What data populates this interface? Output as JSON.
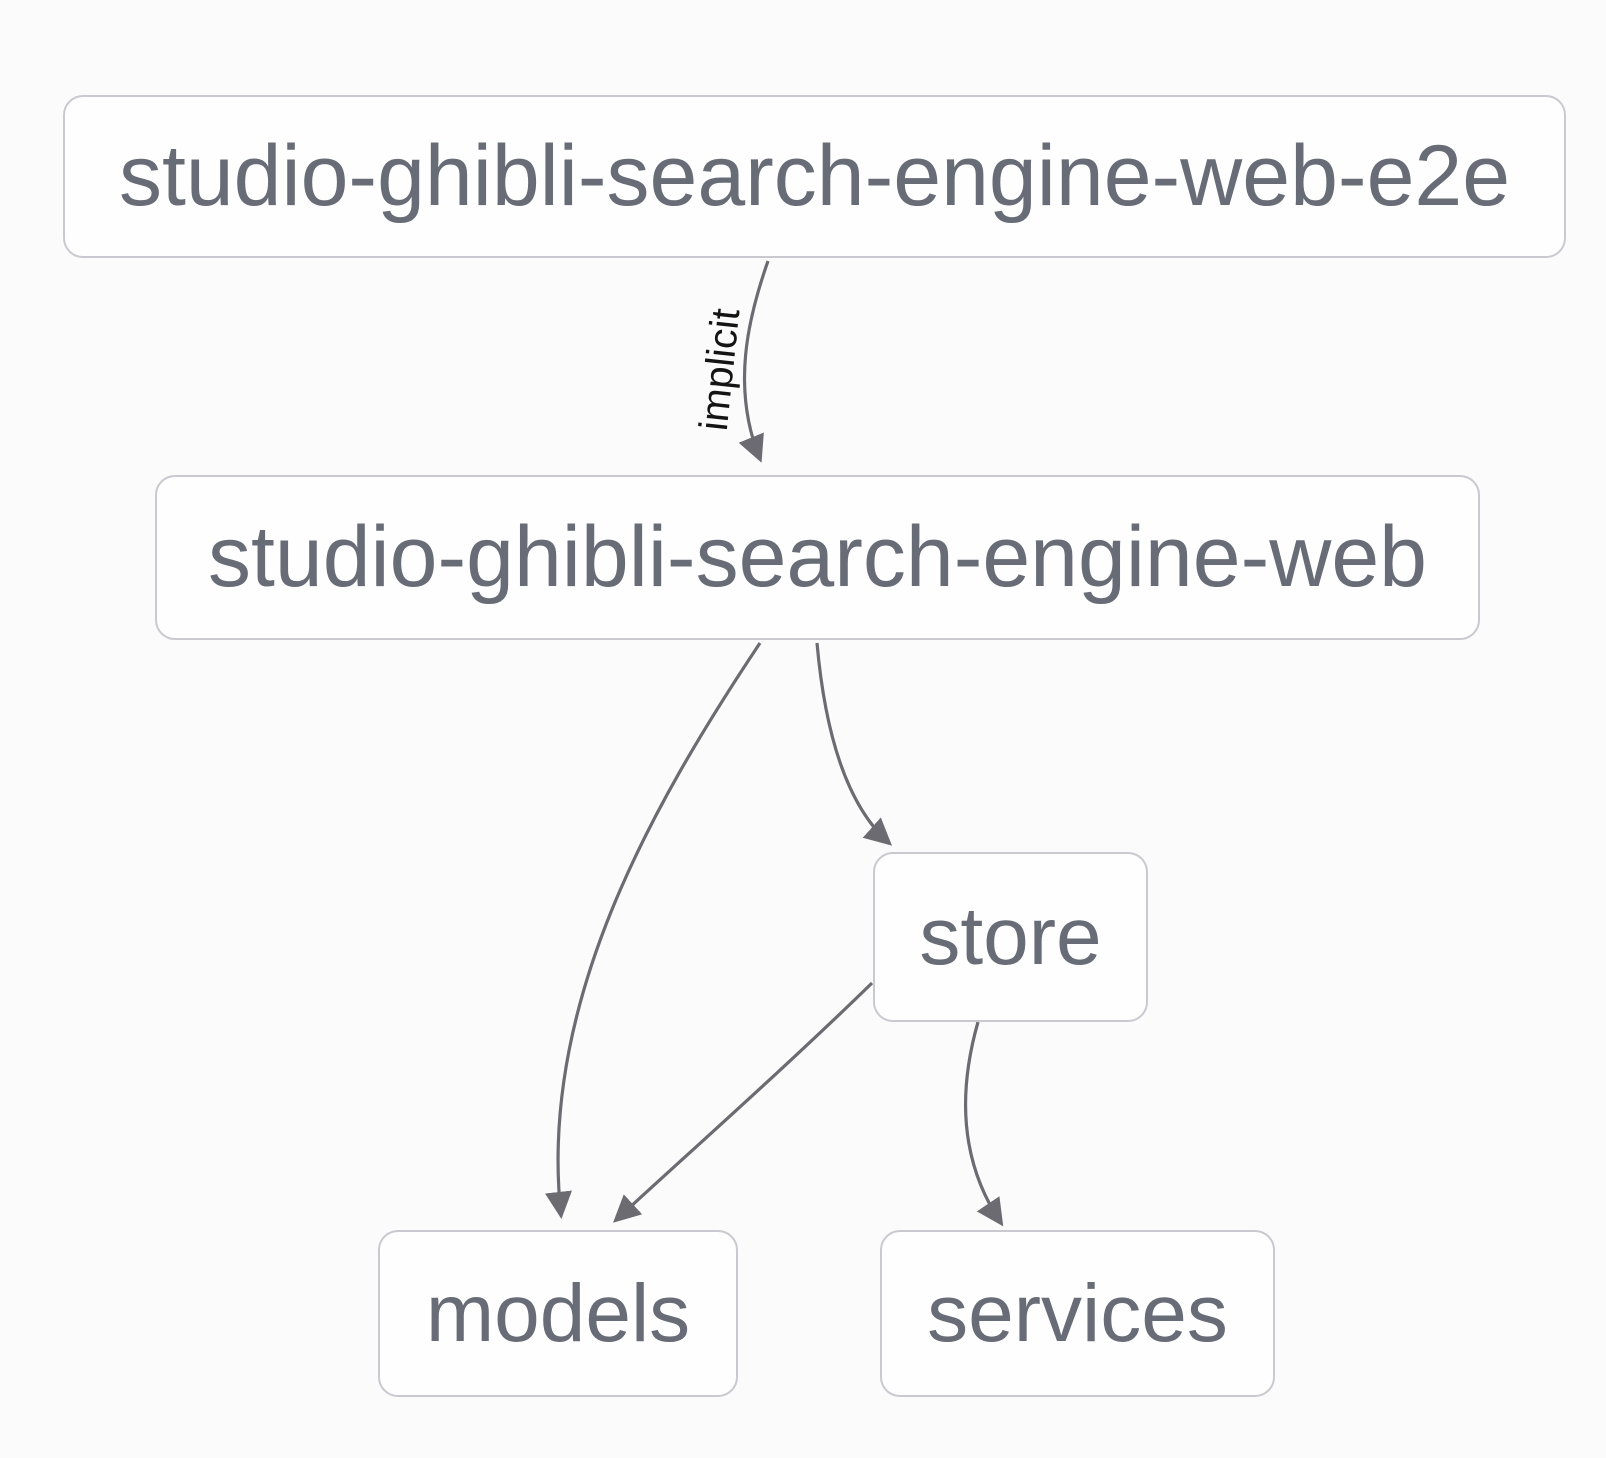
{
  "diagram": {
    "type": "dependency-graph",
    "colors": {
      "background": "#fbfbfc",
      "node_fill": "#fefefe",
      "node_border": "#c9c9cf",
      "node_text": "#676c77",
      "edge_stroke": "#6b6b71",
      "edge_label_text": "#141414"
    },
    "nodes": [
      {
        "label": "studio-ghibli-search-engine-web-e2e"
      },
      {
        "label": "studio-ghibli-search-engine-web"
      },
      {
        "label": "store"
      },
      {
        "label": "models"
      },
      {
        "label": "services"
      }
    ],
    "edges": [
      {
        "from": "studio-ghibli-search-engine-web-e2e",
        "to": "studio-ghibli-search-engine-web",
        "label": "implicit"
      },
      {
        "from": "studio-ghibli-search-engine-web",
        "to": "models",
        "label": ""
      },
      {
        "from": "studio-ghibli-search-engine-web",
        "to": "store",
        "label": ""
      },
      {
        "from": "store",
        "to": "models",
        "label": ""
      },
      {
        "from": "store",
        "to": "services",
        "label": ""
      }
    ]
  }
}
